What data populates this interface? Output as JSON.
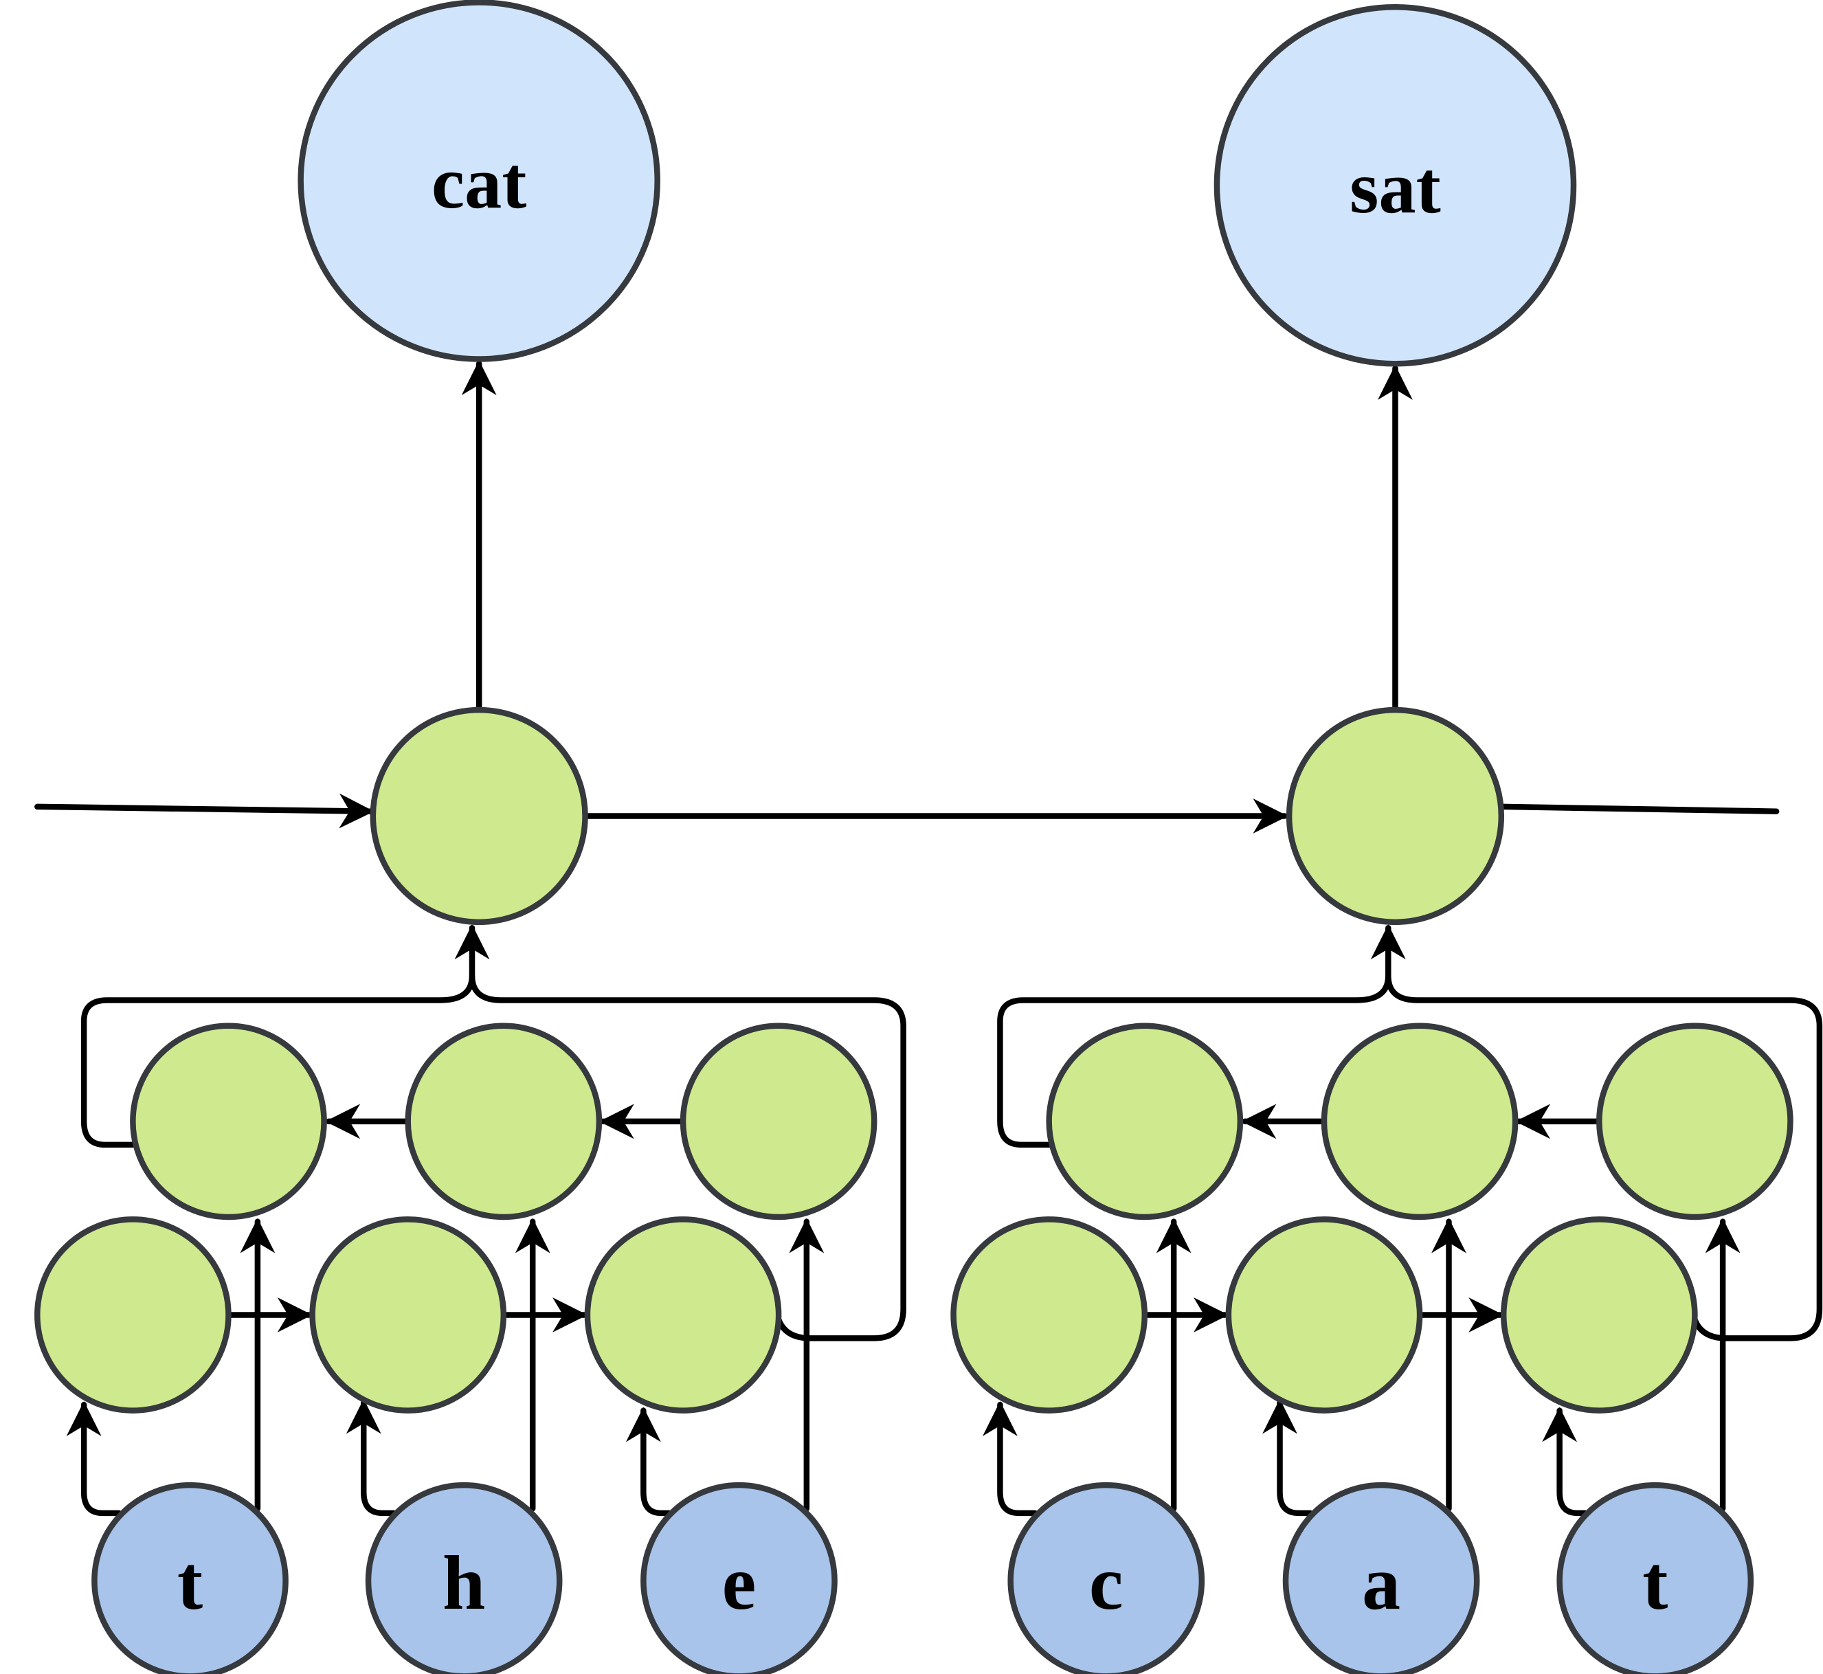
{
  "colors": {
    "output_fill": "#d0e5fc",
    "hidden_fill": "#cfe98e",
    "input_fill": "#a8c4ea",
    "stroke": "#36393d",
    "edge": "#000000"
  },
  "outputs": {
    "word_1": "cat",
    "word_2": "sat"
  },
  "inputs": {
    "word_1_chars": [
      "t",
      "h",
      "e"
    ],
    "word_2_chars": [
      "c",
      "a",
      "t"
    ]
  }
}
